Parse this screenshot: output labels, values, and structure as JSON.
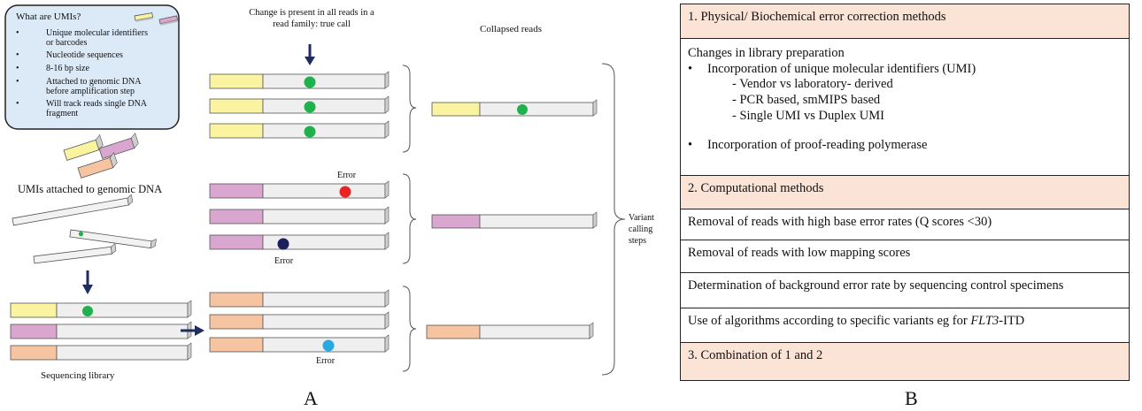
{
  "panel_a": {
    "label": "A",
    "umi_box": {
      "title": "What are UMIs?",
      "bullets": [
        [
          "Unique molecular identifiers",
          "or barcodes"
        ],
        [
          "Nucleotide sequences"
        ],
        [
          "8-16 bp size"
        ],
        [
          "Attached to genomic DNA",
          "before amplification step"
        ],
        [
          "Will track reads single DNA",
          "fragment"
        ]
      ]
    },
    "umis_attached": "UMIs attached to genomic DNA",
    "sequencing_library": "Sequencing library",
    "true_call_line1": "Change is present in all reads in a",
    "true_call_line2": "read family: true call",
    "collapsed_reads": "Collapsed reads",
    "error_label": "Error",
    "variant_calling": [
      "Variant",
      "calling",
      "steps"
    ],
    "colors": {
      "yellow": "#faf3a0",
      "pink": "#d9a6d0",
      "orange": "#f6c4a0",
      "read_body": "#efefef",
      "green": "#1fb14b",
      "red": "#e82424",
      "navy": "#1b1f5c",
      "light_blue": "#2aa8e0",
      "arrow": "#1f2d5c",
      "umi_box_fill": "#dce9f7"
    }
  },
  "panel_b": {
    "label": "B",
    "rows": [
      {
        "type": "header",
        "text": "1. Physical/ Biochemical error correction methods"
      },
      {
        "type": "content",
        "title": "Changes in library preparation",
        "bullet": "Incorporation of unique molecular identifiers (UMI)",
        "subitems": [
          "- Vendor vs laboratory- derived",
          "- PCR based, smMIPS based",
          "- Single UMI vs Duplex UMI"
        ],
        "bullet2": "Incorporation of proof-reading polymerase"
      },
      {
        "type": "header",
        "text": "2. Computational methods"
      },
      {
        "type": "plain",
        "text": "Removal of reads with high base error rates (Q scores <30)"
      },
      {
        "type": "plain",
        "text": "Removal of reads with low mapping scores"
      },
      {
        "type": "plain",
        "text": "Determination of background error rate by sequencing control specimens"
      },
      {
        "type": "plain",
        "text_before": "Use of algorithms according to specific variants eg for ",
        "text_italic": "FLT3",
        "text_after": "-ITD"
      },
      {
        "type": "header",
        "text": "3. Combination of 1 and 2"
      }
    ],
    "highlight_color": "#fbe3d6"
  }
}
